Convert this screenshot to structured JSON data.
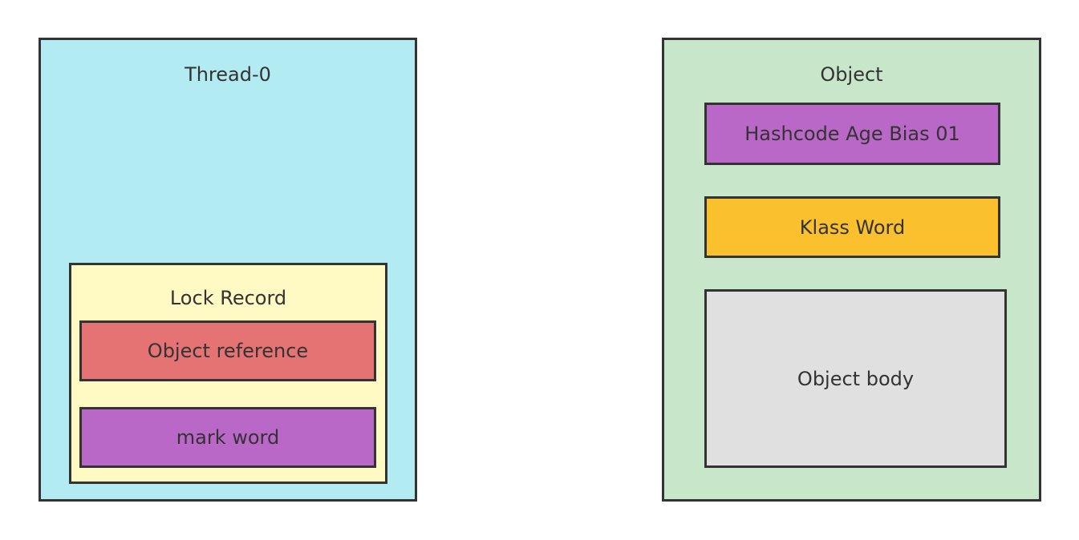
{
  "thread": {
    "title": "Thread-0",
    "fill": "#b3ebf2",
    "lock_record": {
      "title": "Lock Record",
      "fill": "#fff9c4",
      "object_reference": {
        "label": "Object reference",
        "fill": "#e57373"
      },
      "mark_word": {
        "label": "mark word",
        "fill": "#ba68c8"
      }
    }
  },
  "object": {
    "title": "Object",
    "fill": "#c8e6c9",
    "header": {
      "label": "Hashcode Age Bias 01",
      "fill": "#ba68c8"
    },
    "klass_word": {
      "label": "Klass Word",
      "fill": "#fbc02d"
    },
    "body": {
      "label": "Object body",
      "fill": "#e0e0e0"
    }
  }
}
